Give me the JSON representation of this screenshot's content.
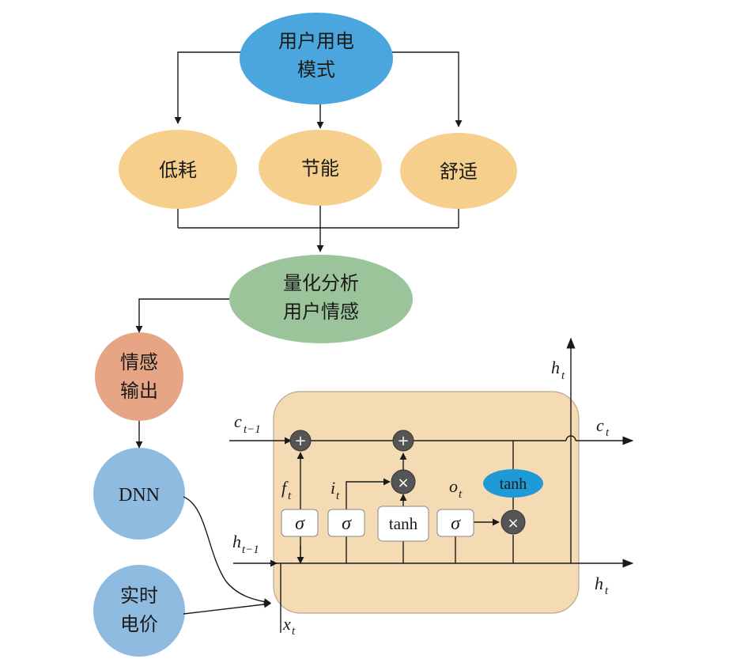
{
  "colors": {
    "top": "#4aa6dc",
    "mode": "#f5cf8b",
    "quant": "#9cc49a",
    "emotion": "#e6a585",
    "side": "#8fbbe1",
    "lstm_box": "#f5dbb3",
    "lstm_box_stroke": "#b9a78f",
    "op_fill": "#555555",
    "tanh_node": "#1e9ad6"
  },
  "nodes": {
    "top": [
      "用户用电",
      "模式"
    ],
    "low": "低耗",
    "save": "节能",
    "comfort": "舒适",
    "quant": [
      "量化分析",
      "用户情感"
    ],
    "emotion": [
      "情感",
      "输出"
    ],
    "dnn": "DNN",
    "price": [
      "实时",
      "电价"
    ]
  },
  "lstm": {
    "c_prev": "c",
    "c_prev_sub": "t−1",
    "c_out": "c",
    "c_out_sub": "t",
    "h_prev": "h",
    "h_prev_sub": "t−1",
    "h_out": "h",
    "h_out_sub": "t",
    "h_top": "h",
    "h_top_sub": "t",
    "x_in": "x",
    "x_in_sub": "t",
    "f_gate": "f",
    "f_gate_sub": "t",
    "i_gate": "i",
    "i_gate_sub": "t",
    "o_gate": "o",
    "o_gate_sub": "t",
    "sigma": "σ",
    "tanh": "tanh",
    "plus": "+",
    "times": "×"
  }
}
